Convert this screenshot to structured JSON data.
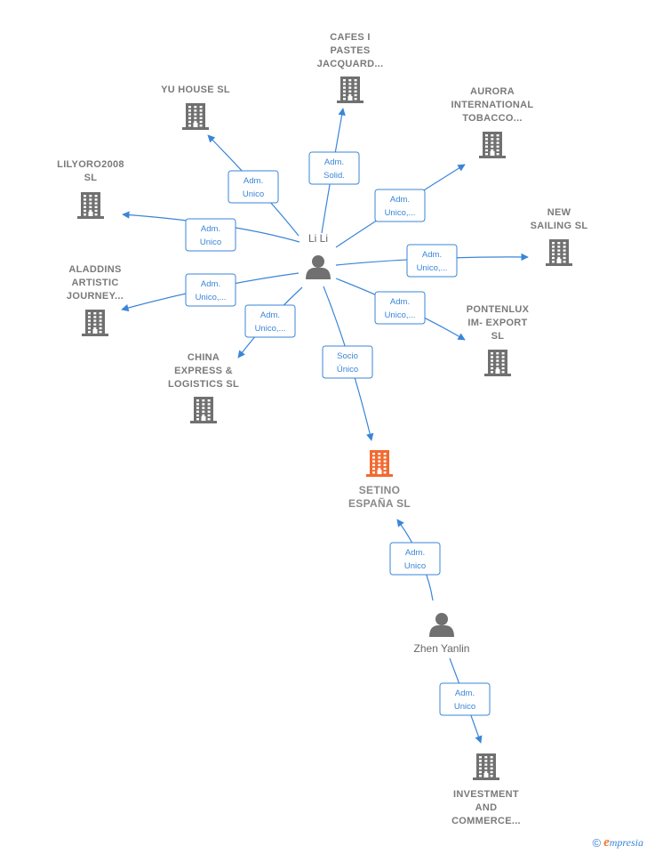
{
  "colors": {
    "edge": "#3a85d8",
    "company_icon": "#707070",
    "main_company_icon": "#f26a30",
    "person_icon": "#707070"
  },
  "persons": [
    {
      "id": "lili",
      "name": "Li Li"
    },
    {
      "id": "zhen",
      "name": "Zhen Yanlin"
    }
  ],
  "companies": [
    {
      "id": "cafes",
      "label": [
        "CAFES I",
        "PASTES",
        "JACQUARD..."
      ]
    },
    {
      "id": "yuhouse",
      "label": [
        "YU HOUSE SL"
      ]
    },
    {
      "id": "aurora",
      "label": [
        "AURORA",
        "INTERNATIONAL",
        "TOBACCO..."
      ]
    },
    {
      "id": "lilyoro",
      "label": [
        "LILYORO2008",
        "SL"
      ]
    },
    {
      "id": "newsailing",
      "label": [
        "NEW",
        "SAILING  SL"
      ]
    },
    {
      "id": "aladdins",
      "label": [
        "ALADDINS",
        "ARTISTIC",
        "JOURNEY..."
      ]
    },
    {
      "id": "pontenlux",
      "label": [
        "PONTENLUX",
        "IM- EXPORT",
        "SL"
      ]
    },
    {
      "id": "china",
      "label": [
        "CHINA",
        "EXPRESS &",
        "LOGISTICS  SL"
      ]
    },
    {
      "id": "setino",
      "label": [
        "SETINO",
        "ESPAÑA  SL"
      ],
      "main": true
    },
    {
      "id": "investment",
      "label": [
        "INVESTMENT",
        "AND",
        "COMMERCE..."
      ]
    }
  ],
  "edges": [
    {
      "from": "lili",
      "to": "cafes",
      "label": [
        "Adm.",
        "Solid."
      ]
    },
    {
      "from": "lili",
      "to": "yuhouse",
      "label": [
        "Adm.",
        "Unico"
      ]
    },
    {
      "from": "lili",
      "to": "aurora",
      "label": [
        "Adm.",
        "Unico,..."
      ]
    },
    {
      "from": "lili",
      "to": "lilyoro",
      "label": [
        "Adm.",
        "Unico"
      ]
    },
    {
      "from": "lili",
      "to": "newsailing",
      "label": [
        "Adm.",
        "Unico,..."
      ]
    },
    {
      "from": "lili",
      "to": "aladdins",
      "label": [
        "Adm.",
        "Unico,..."
      ]
    },
    {
      "from": "lili",
      "to": "pontenlux",
      "label": [
        "Adm.",
        "Unico,..."
      ]
    },
    {
      "from": "lili",
      "to": "china",
      "label": [
        "Adm.",
        "Unico,..."
      ]
    },
    {
      "from": "lili",
      "to": "setino",
      "label": [
        "Socio",
        "Único"
      ]
    },
    {
      "from": "zhen",
      "to": "setino",
      "label": [
        "Adm.",
        "Unico"
      ]
    },
    {
      "from": "zhen",
      "to": "investment",
      "label": [
        "Adm.",
        "Unico"
      ]
    }
  ],
  "footer": {
    "copyright": "©",
    "brand_initial": "e",
    "brand_rest": "mpresia"
  }
}
